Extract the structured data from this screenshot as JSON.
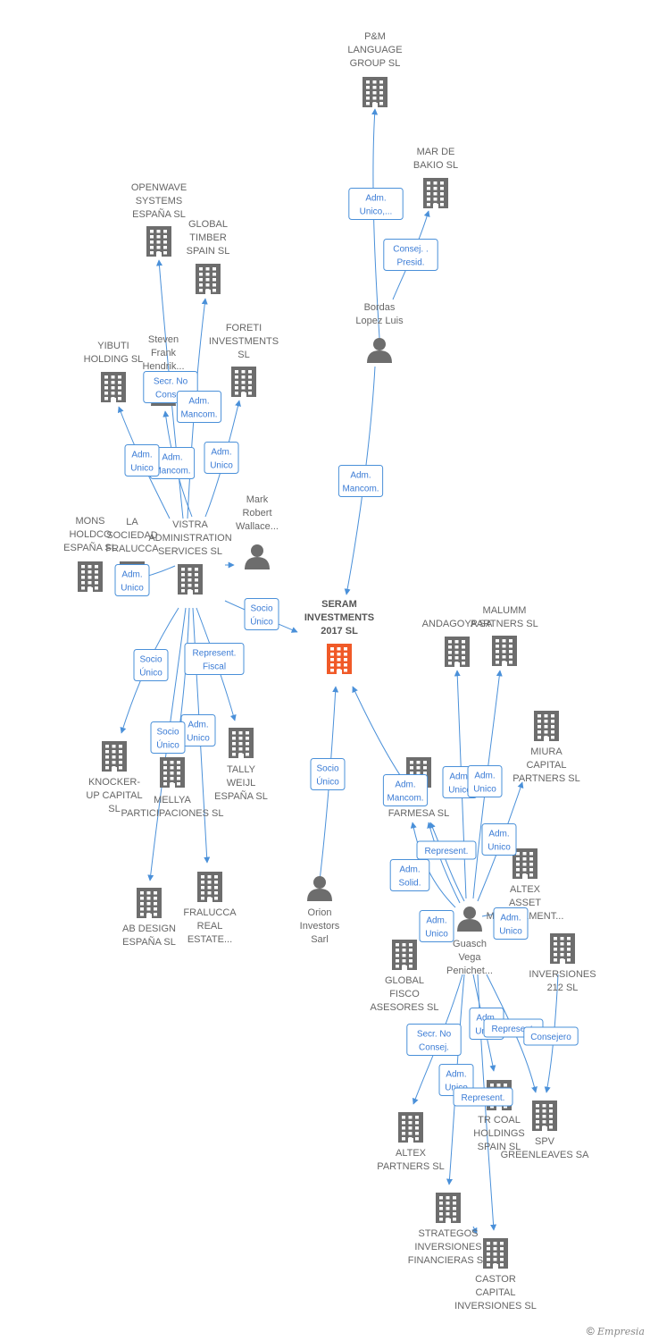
{
  "colors": {
    "company": "#6d6d6d",
    "focus": "#f05a28",
    "person": "#6d6d6d",
    "edge": "#4a90d9"
  },
  "nodes": [
    {
      "id": "seram",
      "type": "company",
      "focus": true,
      "lines": [
        "SERAM",
        "INVESTMENTS",
        "2017  SL"
      ]
    },
    {
      "id": "pm",
      "type": "company",
      "lines": [
        "P&M",
        "LANGUAGE",
        "GROUP SL"
      ]
    },
    {
      "id": "mardebakio",
      "type": "company",
      "lines": [
        "MAR DE",
        "BAKIO  SL"
      ]
    },
    {
      "id": "bordas",
      "type": "person",
      "lines": [
        "Bordas",
        "Lopez Luis"
      ]
    },
    {
      "id": "openwave",
      "type": "company",
      "lines": [
        "OPENWAVE",
        "SYSTEMS",
        "ESPAÑA SL"
      ]
    },
    {
      "id": "globaltimber",
      "type": "company",
      "lines": [
        "GLOBAL",
        "TIMBER",
        "SPAIN  SL"
      ]
    },
    {
      "id": "foreti",
      "type": "company",
      "lines": [
        "FORETI",
        "INVESTMENTS",
        "SL"
      ]
    },
    {
      "id": "yibuti",
      "type": "company",
      "lines": [
        "YIBUTI",
        "HOLDING SL"
      ]
    },
    {
      "id": "steven",
      "type": "person",
      "lines": [
        "Steven",
        "Frank",
        "Hendrik..."
      ]
    },
    {
      "id": "mark",
      "type": "person",
      "lines": [
        "Mark",
        "Robert",
        "Wallace..."
      ]
    },
    {
      "id": "mons",
      "type": "company",
      "lines": [
        "MONS",
        "HOLDCO",
        "ESPAÑA SL"
      ]
    },
    {
      "id": "lasociedad",
      "type": "company",
      "lines": [
        "LA",
        "SOCIEDAD",
        "FRALUCCA"
      ]
    },
    {
      "id": "vistra",
      "type": "company",
      "lines": [
        "VISTRA",
        "ADMINISTRATION",
        "SERVICES  SL"
      ]
    },
    {
      "id": "knocker",
      "type": "company",
      "lines": [
        "KNOCKER-",
        "UP CAPITAL",
        "SL"
      ]
    },
    {
      "id": "mellya",
      "type": "company",
      "lines": [
        "MELLYA",
        "PARTICIPACIONES SL"
      ]
    },
    {
      "id": "tally",
      "type": "company",
      "lines": [
        "TALLY",
        "WEIJL",
        "ESPAÑA  SL"
      ]
    },
    {
      "id": "abdesign",
      "type": "company",
      "lines": [
        "AB DESIGN",
        "ESPAÑA  SL"
      ]
    },
    {
      "id": "fralucca",
      "type": "company",
      "lines": [
        "FRALUCCA",
        "REAL",
        "ESTATE..."
      ]
    },
    {
      "id": "orion",
      "type": "person",
      "lines": [
        "Orion",
        "Investors",
        "Sarl"
      ]
    },
    {
      "id": "andagoya",
      "type": "company",
      "lines": [
        "ANDAGOYA SA"
      ]
    },
    {
      "id": "malumm",
      "type": "company",
      "lines": [
        "MALUMM",
        "PARTNERS  SL"
      ]
    },
    {
      "id": "miura",
      "type": "company",
      "lines": [
        "MIURA",
        "CAPITAL",
        "PARTNERS  SL"
      ]
    },
    {
      "id": "farmesa",
      "type": "company",
      "lines": [
        "FARMESA SL"
      ]
    },
    {
      "id": "altexasset",
      "type": "company",
      "lines": [
        "ALTEX",
        "ASSET",
        "MANAGEMENT..."
      ]
    },
    {
      "id": "guasch",
      "type": "person",
      "lines": [
        "Guasch",
        "Vega",
        "Penichet..."
      ]
    },
    {
      "id": "globalfisco",
      "type": "company",
      "lines": [
        "GLOBAL",
        "FISCO",
        "ASESORES  SL"
      ]
    },
    {
      "id": "inversiones212",
      "type": "company",
      "lines": [
        "INVERSIONES",
        "212 SL"
      ]
    },
    {
      "id": "trcoal",
      "type": "company",
      "lines": [
        "TR COAL",
        "HOLDINGS",
        "SPAIN  SL"
      ]
    },
    {
      "id": "spv",
      "type": "company",
      "lines": [
        "SPV",
        "GREENLEAVES SA"
      ]
    },
    {
      "id": "altexpartners",
      "type": "company",
      "lines": [
        "ALTEX",
        "PARTNERS SL"
      ]
    },
    {
      "id": "strategos",
      "type": "company",
      "lines": [
        "STRATEGOS",
        "INVERSIONES",
        "FINANCIERAS SL"
      ]
    },
    {
      "id": "castor",
      "type": "company",
      "lines": [
        "CASTOR",
        "CAPITAL",
        "INVERSIONES SL"
      ]
    }
  ],
  "edges": [
    {
      "id": "e1",
      "lines": [
        "Adm.",
        "Unico,..."
      ]
    },
    {
      "id": "e2",
      "lines": [
        "Consej. .",
        "Presid."
      ]
    },
    {
      "id": "e3",
      "lines": [
        "Adm.",
        "Mancom."
      ]
    },
    {
      "id": "e4",
      "lines": [
        "Secr.  No",
        "Consej."
      ]
    },
    {
      "id": "e5",
      "lines": [
        "Adm.",
        "Mancom."
      ]
    },
    {
      "id": "e6",
      "lines": [
        "Adm.",
        "Unico"
      ]
    },
    {
      "id": "e7",
      "lines": [
        "Adm.",
        "Mancom."
      ]
    },
    {
      "id": "e8",
      "lines": [
        "Adm.",
        "Unico"
      ]
    },
    {
      "id": "e9",
      "lines": [
        "Adm.",
        "Unico"
      ]
    },
    {
      "id": "e10",
      "lines": [
        "Socio",
        "Único"
      ]
    },
    {
      "id": "e11",
      "lines": [
        "Socio",
        "Único"
      ]
    },
    {
      "id": "e12",
      "lines": [
        "Represent.",
        "Fiscal"
      ]
    },
    {
      "id": "e13",
      "lines": [
        "Adm.",
        "Unico"
      ]
    },
    {
      "id": "e14",
      "lines": [
        "Socio",
        "Único"
      ]
    },
    {
      "id": "e15",
      "lines": [
        "Socio",
        "Único"
      ]
    },
    {
      "id": "e16",
      "lines": [
        "Adm.",
        "Mancom."
      ]
    },
    {
      "id": "e17",
      "lines": [
        "Adm.",
        "Unico"
      ]
    },
    {
      "id": "e18",
      "lines": [
        "Adm.",
        "Unico"
      ]
    },
    {
      "id": "e19",
      "lines": [
        "Adm.",
        "Unico"
      ]
    },
    {
      "id": "e20",
      "lines": [
        "Represent."
      ]
    },
    {
      "id": "e21",
      "lines": [
        "Adm.",
        "Solid."
      ]
    },
    {
      "id": "e22",
      "lines": [
        "Adm.",
        "Unico"
      ]
    },
    {
      "id": "e23",
      "lines": [
        "Adm.",
        "Unico"
      ]
    },
    {
      "id": "e24",
      "lines": [
        "Secr.  No",
        "Consej."
      ]
    },
    {
      "id": "e25",
      "lines": [
        "Adm.",
        "Unico"
      ]
    },
    {
      "id": "e26",
      "lines": [
        "Represent."
      ]
    },
    {
      "id": "e27",
      "lines": [
        "Consejero"
      ]
    },
    {
      "id": "e28",
      "lines": [
        "Adm.",
        "Unico"
      ]
    },
    {
      "id": "e29",
      "lines": [
        "Represent."
      ]
    }
  ],
  "copyright": {
    "symbol": "©",
    "brand": "Empresia"
  }
}
